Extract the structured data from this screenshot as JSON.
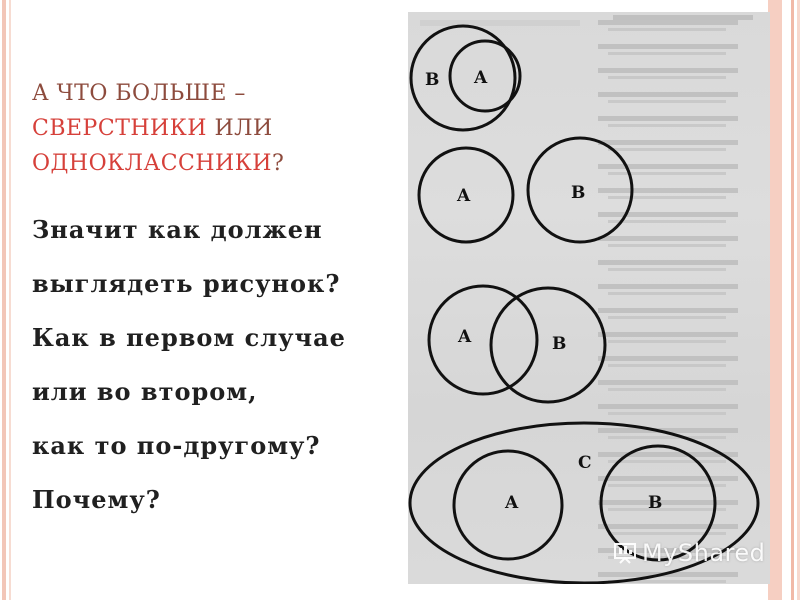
{
  "slide": {
    "title": {
      "line1": "А ЧТО БОЛЬШЕ –",
      "line2_accent": "СВЕРСТНИКИ",
      "line2_rest": " ИЛИ",
      "line3_accent": "ОДНОКЛАССНИКИ",
      "line3_rest": "?"
    },
    "body_lines": [
      "Значит как должен",
      "выглядеть рисунок?",
      "Как в первом случае",
      "или во втором,",
      "как то по-другому?",
      "Почему?"
    ]
  },
  "diagram": {
    "labels": {
      "a": "A",
      "b": "B",
      "c": "C"
    },
    "cases": [
      "subset",
      "disjoint",
      "intersecting",
      "both-inside-c"
    ]
  },
  "watermark": {
    "brand": "MyShared"
  },
  "colors": {
    "title": "#8d4b3d",
    "accent": "#d6403a",
    "body": "#202020",
    "scan_background": "#d9d9d9",
    "edge_bars": "#f2c6b8"
  }
}
